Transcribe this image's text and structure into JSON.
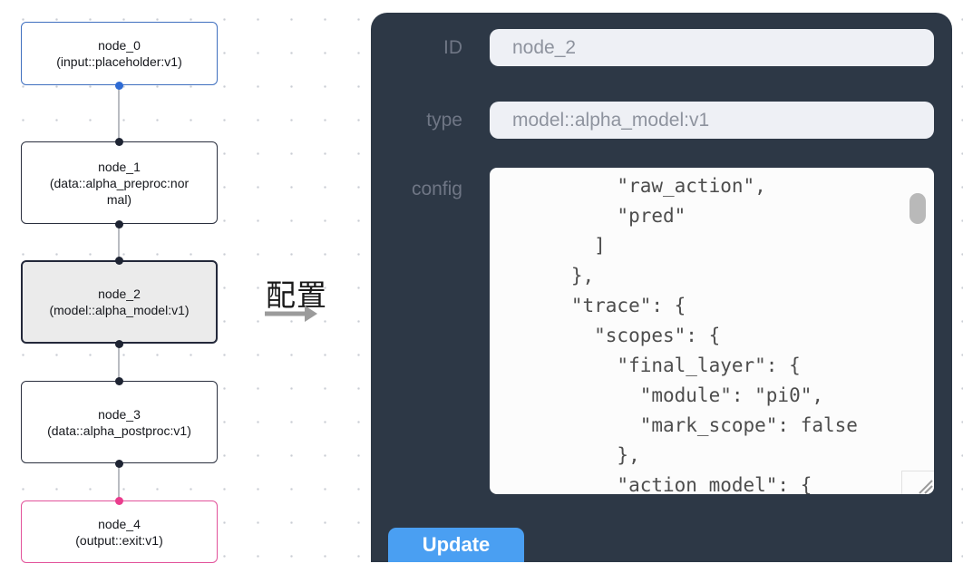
{
  "flow": {
    "nodes": [
      {
        "label": "node_0",
        "type_label": "(input::placeholder:v1)"
      },
      {
        "label": "node_1",
        "type_label": "(data::alpha_preproc:normal)"
      },
      {
        "label": "node_2",
        "type_label": "(model::alpha_model:v1)"
      },
      {
        "label": "node_3",
        "type_label": "(data::alpha_postproc:v1)"
      },
      {
        "label": "node_4",
        "type_label": "(output::exit:v1)"
      }
    ],
    "colors": {
      "input_border": "#3f6fbf",
      "default_border": "#2a2f3e",
      "selected_bg": "#ebebeb",
      "output_border": "#e2529a"
    }
  },
  "annotation": {
    "label": "配置"
  },
  "panel": {
    "bg_color": "#2d3846",
    "accent_color": "#4a9ff2",
    "fields": [
      {
        "label": "ID",
        "value": "node_2"
      },
      {
        "label": "type",
        "value": "model::alpha_model:v1"
      }
    ],
    "config": {
      "label": "config",
      "code": "          \"raw_action\",\n          \"pred\"\n        ]\n      },\n      \"trace\": {\n        \"scopes\": {\n          \"final_layer\": {\n            \"module\": \"pi0\",\n            \"mark_scope\": false\n          },\n          \"action_model\": {"
    },
    "update_label": "Update"
  }
}
